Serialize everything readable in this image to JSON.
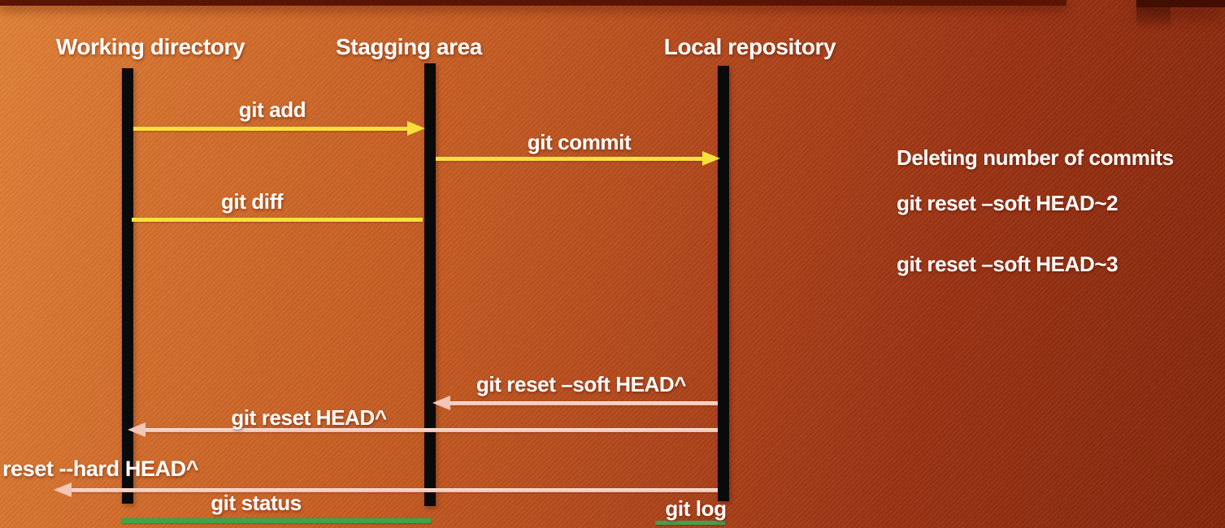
{
  "columns": [
    {
      "label": "Working directory"
    },
    {
      "label": "Stagging area"
    },
    {
      "label": "Local repository"
    }
  ],
  "arrows": [
    {
      "label": "git add",
      "direction": "right",
      "color": "#f8e03a",
      "from": "Working directory",
      "to": "Stagging area"
    },
    {
      "label": "git commit",
      "direction": "right",
      "color": "#f8e03a",
      "from": "Stagging area",
      "to": "Local repository"
    },
    {
      "label": "git diff",
      "direction": "none",
      "color": "#f8e03a",
      "from": "Working directory",
      "to": "Stagging area"
    },
    {
      "label": "git reset –soft HEAD^",
      "direction": "left",
      "color": "#f3c6b6",
      "from": "Local repository",
      "to": "Stagging area"
    },
    {
      "label": "git reset HEAD^",
      "direction": "left",
      "color": "#f3c6b6",
      "from": "Local repository",
      "to": "Working directory"
    },
    {
      "label": "reset --hard HEAD^",
      "direction": "left",
      "color": "#f3c6b6",
      "from": "Local repository",
      "to": "Working directory"
    }
  ],
  "footnotes": [
    {
      "label": "git status",
      "underline_color": "#3fa24c"
    },
    {
      "label": "git log",
      "underline_color": "#3fa24c"
    }
  ],
  "notes": {
    "title": "Deleting number of commits",
    "commands": [
      "git reset –soft HEAD~2",
      "git reset –soft HEAD~3"
    ]
  },
  "colors": {
    "background_top_left": "#dd8038",
    "background_bottom_right": "#822609",
    "top_bar": "#5a1404",
    "lifeline": "#0a0a0a",
    "arrow_yellow": "#f8e03a",
    "arrow_pink": "#f3c6b6",
    "underline_green": "#3fa24c",
    "text": "#ffffff"
  }
}
